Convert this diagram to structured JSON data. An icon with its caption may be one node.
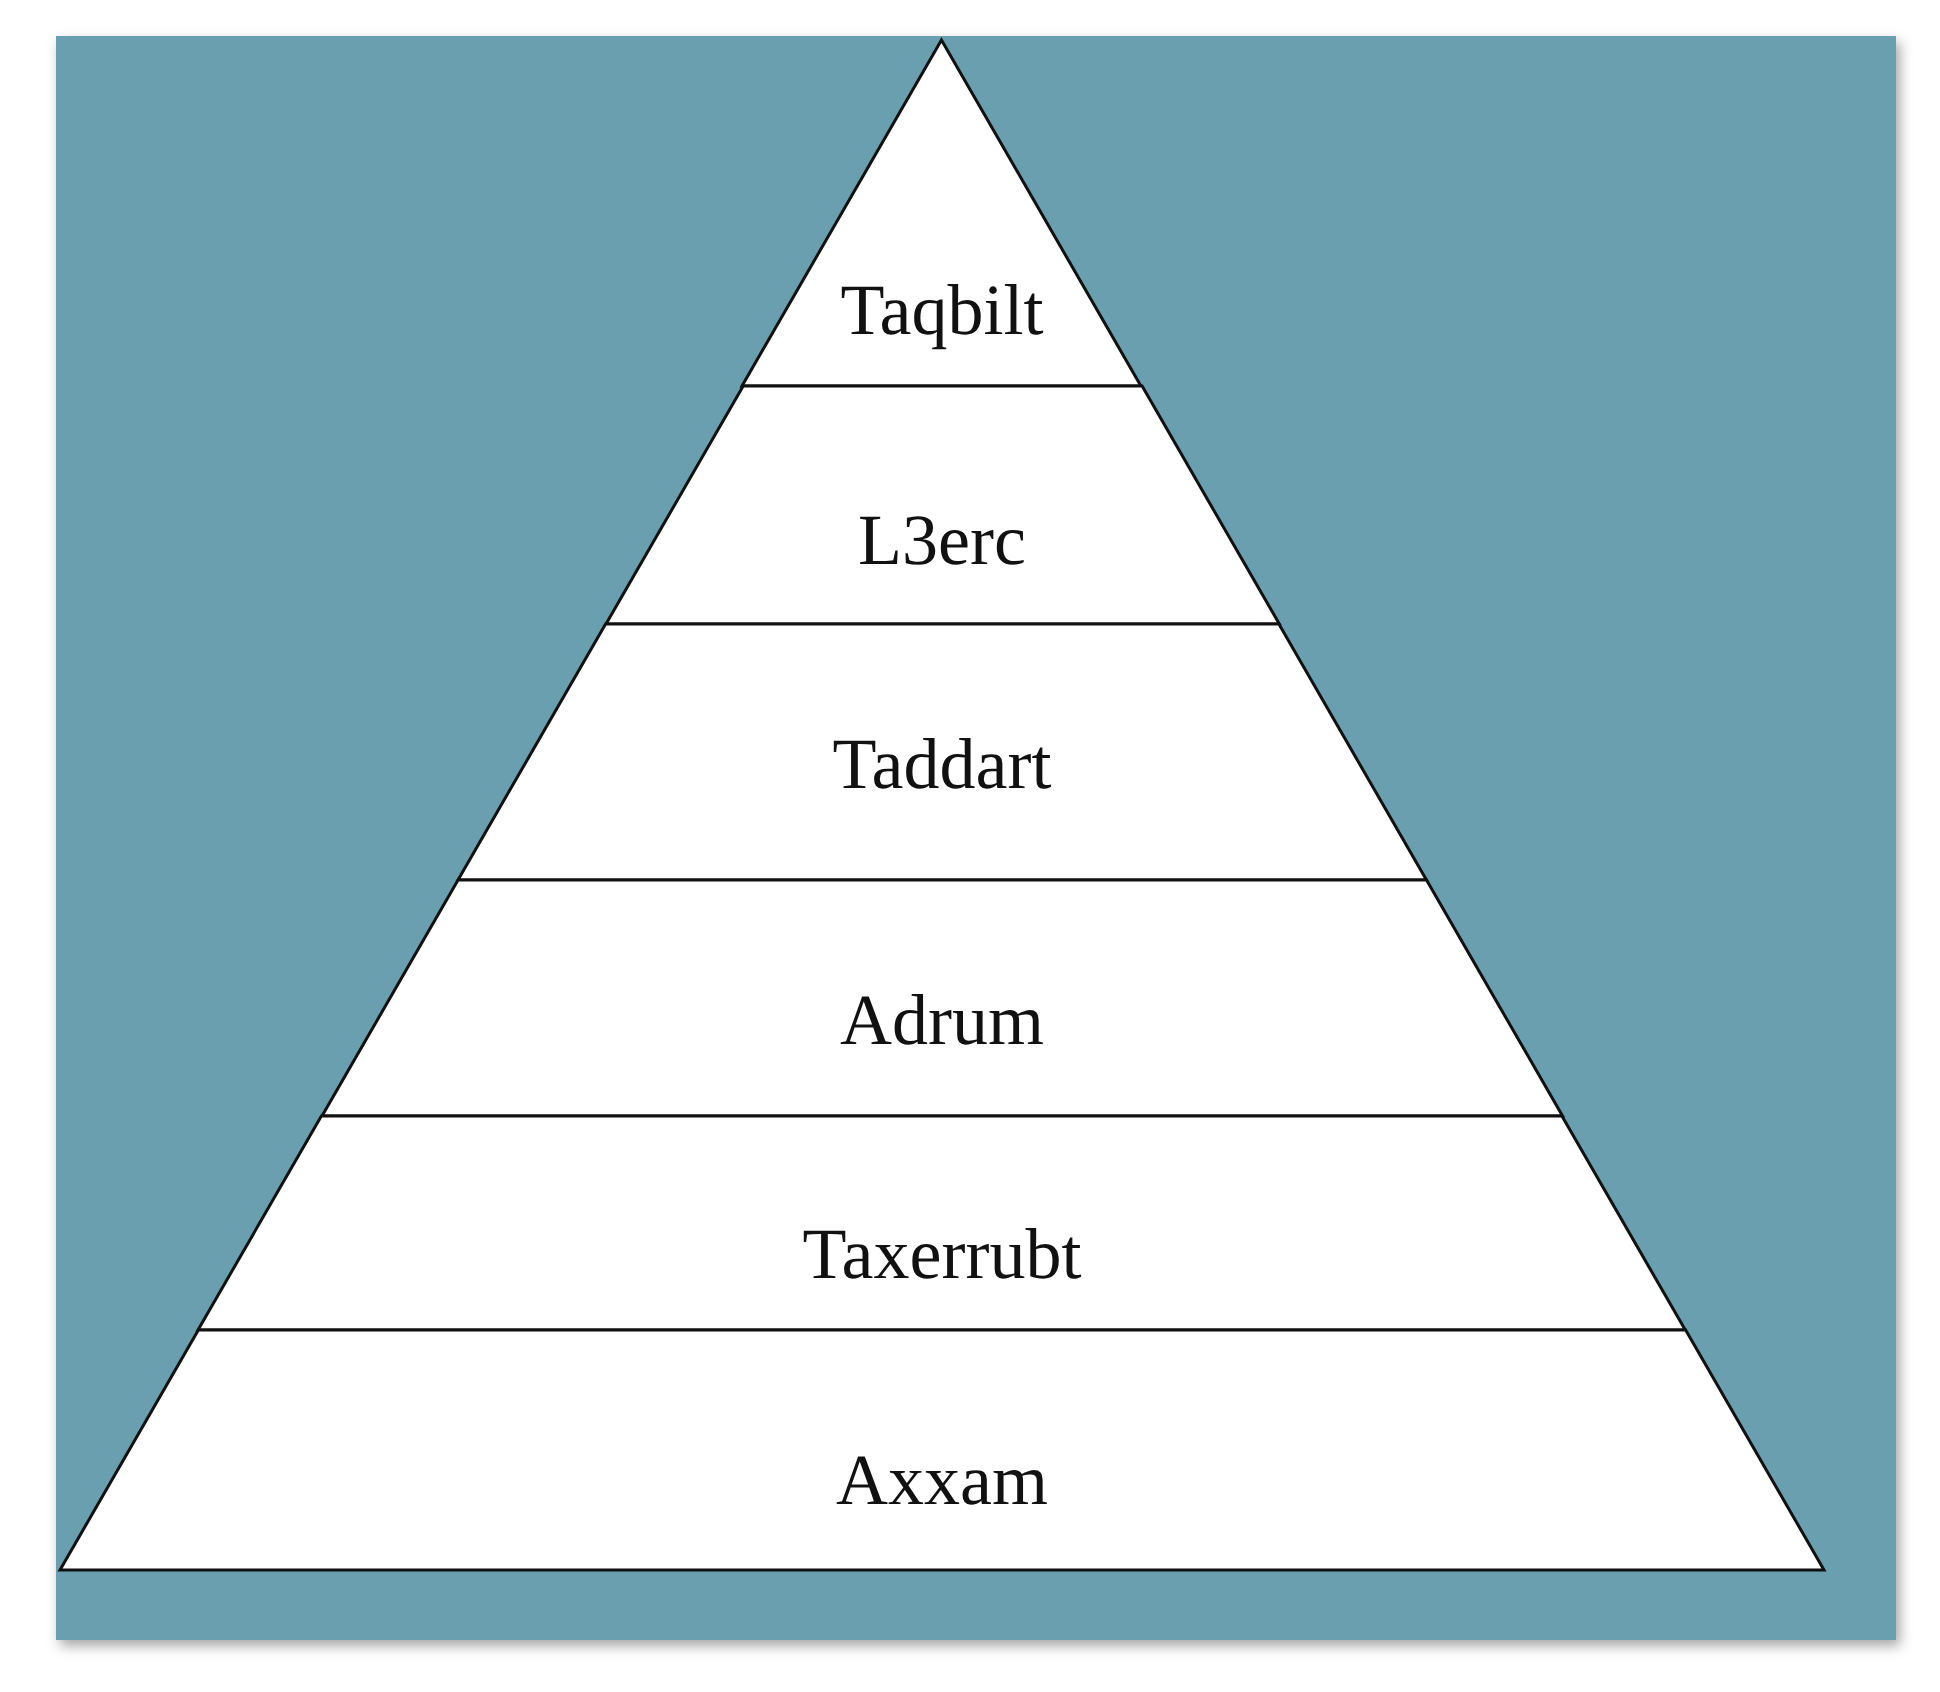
{
  "diagram": {
    "nodes": [
      {
        "text": [
          "Taqbilt"
        ]
      },
      {
        "text": [
          "L3erc"
        ]
      },
      {
        "text": [
          "Taddart"
        ]
      },
      {
        "text": [
          "Adrum"
        ]
      },
      {
        "text": [
          "Taxerrubt"
        ]
      },
      {
        "text": [
          "Axxam"
        ]
      }
    ]
  }
}
